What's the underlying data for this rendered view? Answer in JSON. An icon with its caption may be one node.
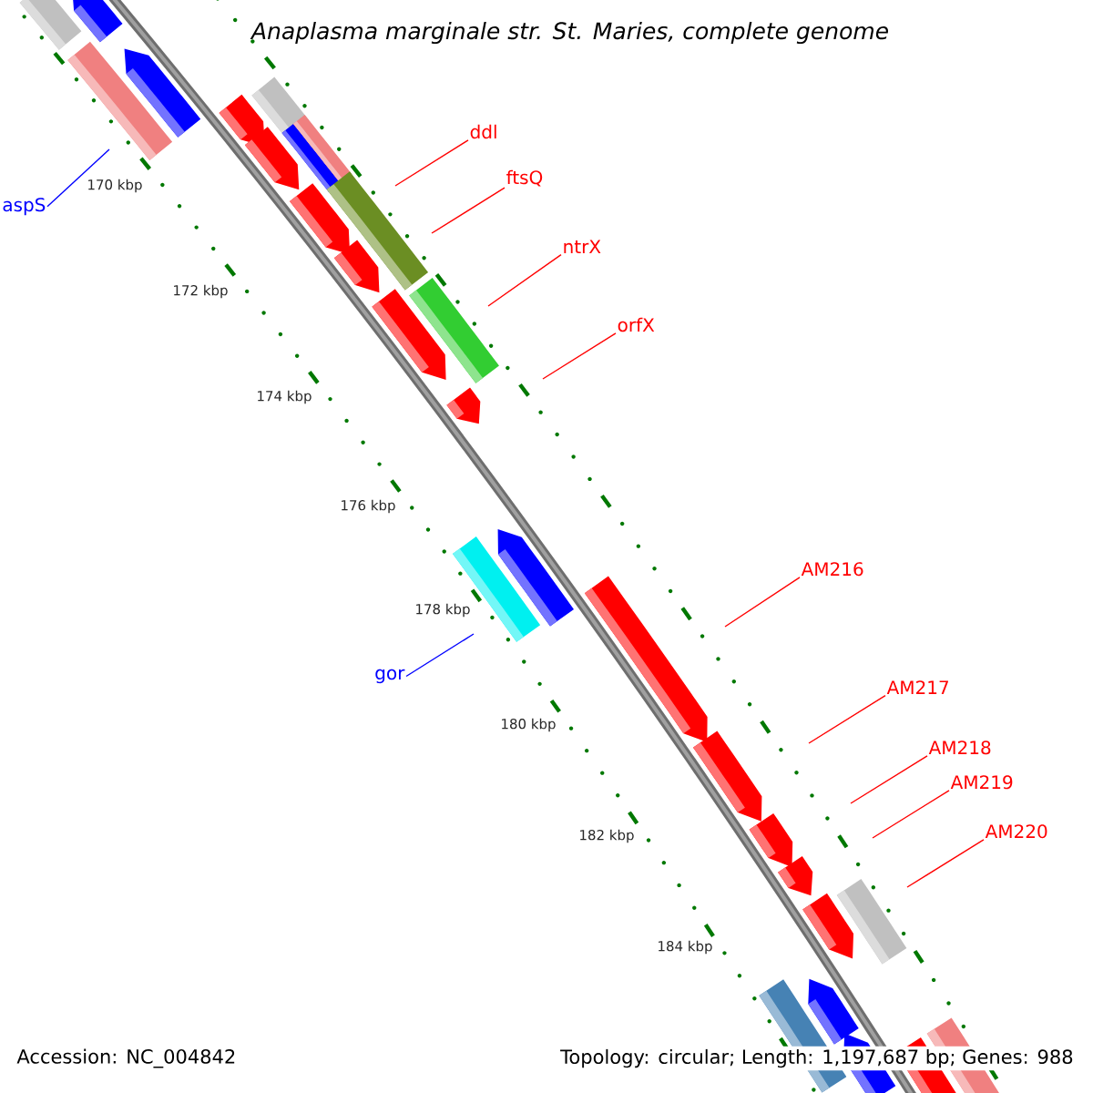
{
  "diagram": {
    "title": "Anaplasma marginale str. St. Maries, complete genome",
    "nodes": [
      {
        "text": [
          "ddl"
        ]
      },
      {
        "text": [
          "ftsQ"
        ]
      },
      {
        "text": [
          "aspS"
        ]
      },
      {
        "text": [
          "ntrX"
        ]
      },
      {
        "text": [
          "orfX"
        ]
      },
      {
        "text": [
          "AM216"
        ]
      },
      {
        "text": [
          "gor"
        ]
      },
      {
        "text": [
          "AM217"
        ]
      },
      {
        "text": [
          "AM218"
        ]
      },
      {
        "text": [
          "AM219"
        ]
      },
      {
        "text": [
          "AM220"
        ]
      }
    ],
    "edges": [
      {
        "from": 0,
        "to": null,
        "arrow": "none"
      },
      {
        "from": 1,
        "to": null,
        "arrow": "none"
      },
      {
        "from": 2,
        "to": null,
        "arrow": "none",
        "color": "#0000ff"
      },
      {
        "from": 3,
        "to": null,
        "arrow": "none"
      },
      {
        "from": 4,
        "to": null,
        "arrow": "none"
      },
      {
        "from": 5,
        "to": null,
        "arrow": "none"
      },
      {
        "from": 6,
        "to": null,
        "arrow": "none",
        "color": "#0000ff"
      },
      {
        "from": 7,
        "to": null,
        "arrow": "none"
      },
      {
        "from": 8,
        "to": null,
        "arrow": "none"
      },
      {
        "from": 9,
        "to": null,
        "arrow": "none"
      },
      {
        "from": 10,
        "to": null,
        "arrow": "none"
      }
    ],
    "labels": [
      "170 kbp",
      "172 kbp",
      "174 kbp",
      "176 kbp",
      "178 kbp",
      "180 kbp",
      "182 kbp",
      "184 kbp",
      "Accession: NC_004842",
      "Topology: circular; Length: 1,197,687 bp; Genes: 988"
    ]
  }
}
